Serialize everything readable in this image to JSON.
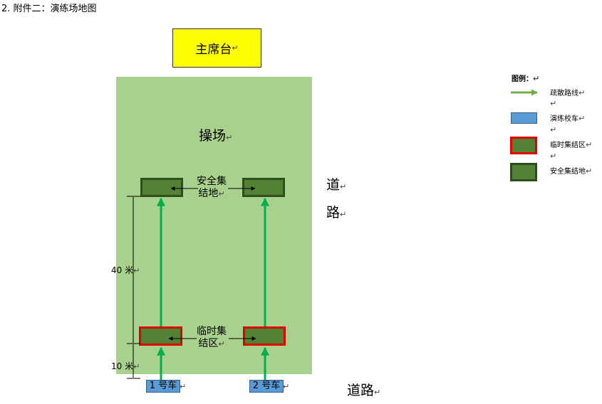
{
  "heading": "2.   附件二：演练场地图",
  "stage_label": "主席台",
  "field_label": "操场",
  "zones": {
    "safe_label_line1": "安全集",
    "safe_label_line2": "结地",
    "temp_label_line1": "临时集",
    "temp_label_line2": "结区"
  },
  "buses": [
    {
      "label": "1 号车"
    },
    {
      "label": "2 号车"
    }
  ],
  "road_right_char1": "道",
  "road_right_char2": "路",
  "road_bottom": "道路",
  "distances": {
    "upper": "40 米",
    "lower": "10 米"
  },
  "legend": {
    "title": "图例：",
    "items": [
      {
        "label": "疏散路线"
      },
      {
        "label": "演练校车"
      },
      {
        "label": "临时集结区"
      },
      {
        "label": "安全集结地"
      }
    ]
  },
  "colors": {
    "stage": "#ffff00",
    "field": "#a9d18e",
    "zone_fill": "#548235",
    "temp_border": "#e00000",
    "bus": "#5b9bd5",
    "route_arrow": "#00b050",
    "legend_arrow": "#70ad47"
  }
}
